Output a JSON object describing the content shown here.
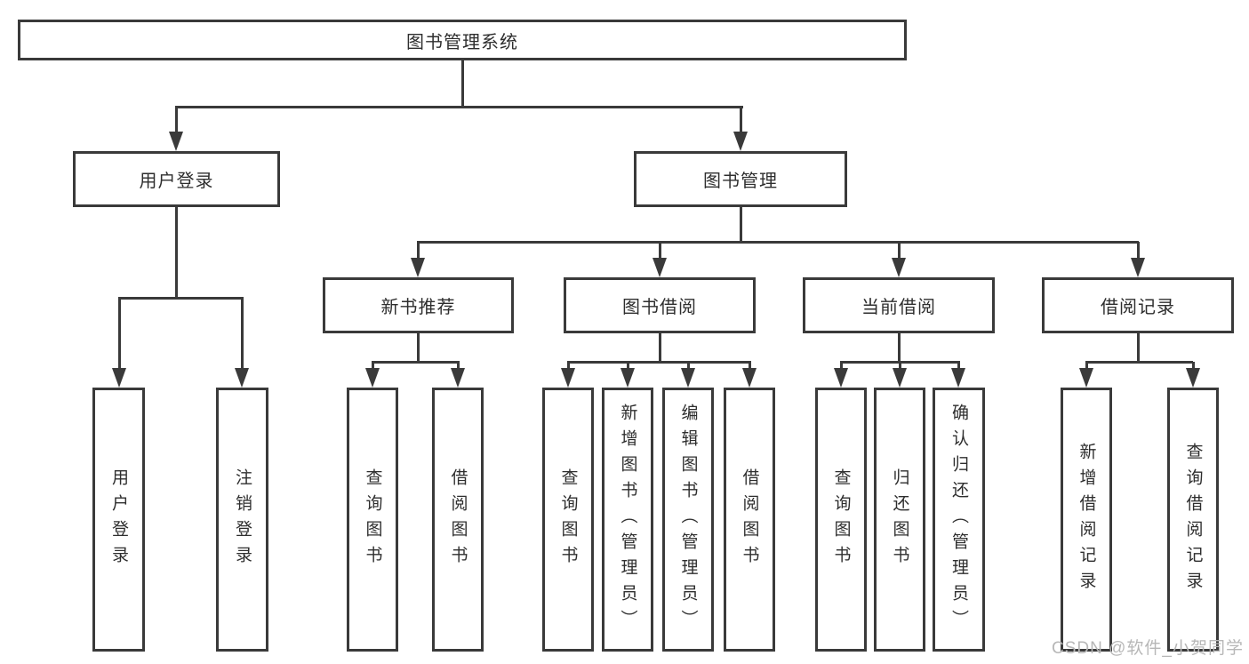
{
  "nodes": {
    "root": "图书管理系统",
    "l1": [
      "用户登录",
      "图书管理"
    ],
    "l2": [
      "新书推荐",
      "图书借阅",
      "当前借阅",
      "借阅记录"
    ],
    "leaves_user": [
      "用户登录",
      "注销登录"
    ],
    "leaves_newbook": [
      "查询图书",
      "借阅图书"
    ],
    "leaves_borrow": [
      "查询图书",
      "新增图书（管理员）",
      "编辑图书（管理员）",
      "借阅图书"
    ],
    "leaves_current": [
      "查询图书",
      "归还图书",
      "确认归还（管理员）"
    ],
    "leaves_record": [
      "新增借阅记录",
      "查询借阅记录"
    ]
  },
  "watermark": "CSDN @软件_小贺同学",
  "colors": {
    "line": "#3a3a3a",
    "text": "#2e2e2e",
    "watermark": "#b7b7b7",
    "background": "#ffffff"
  }
}
